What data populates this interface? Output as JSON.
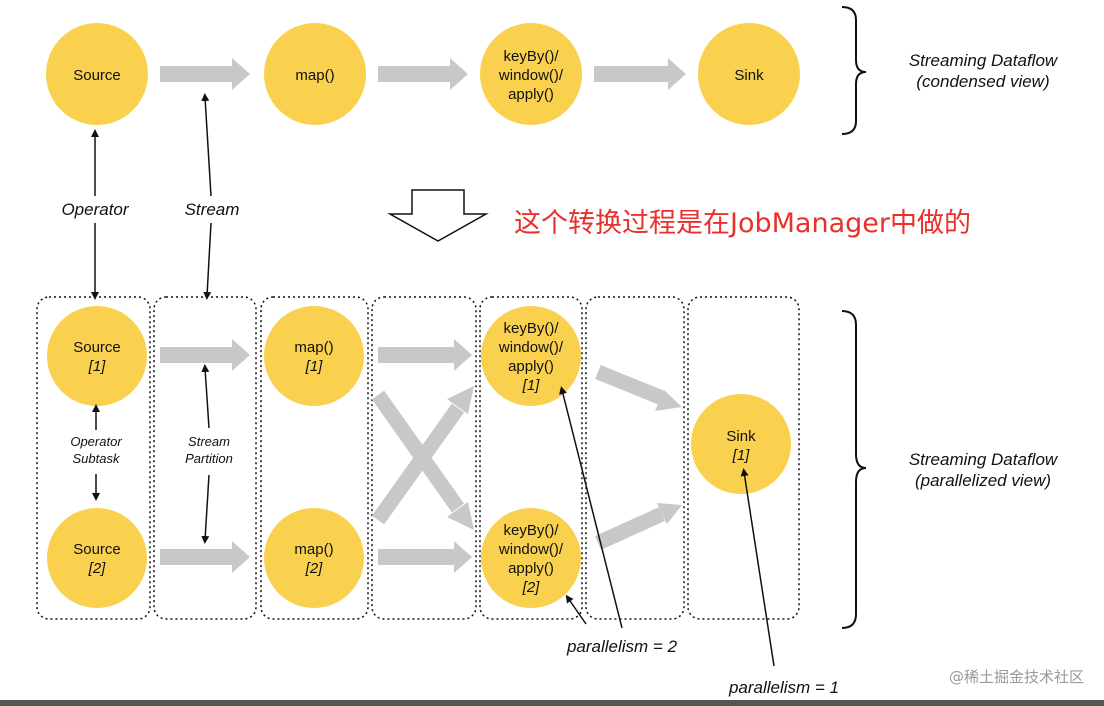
{
  "colors": {
    "node_fill": "#f9d14e",
    "stream_arrow": "#c8c8c8",
    "note_text": "#e8312c"
  },
  "condensed": {
    "nodes": [
      {
        "lines": [
          "Source"
        ]
      },
      {
        "lines": [
          "map()"
        ]
      },
      {
        "lines": [
          "keyBy()/",
          "window()/",
          "apply()"
        ]
      },
      {
        "lines": [
          "Sink"
        ]
      }
    ],
    "side_label": [
      "Streaming Dataflow",
      "(condensed view)"
    ]
  },
  "legend": {
    "operator": "Operator",
    "stream": "Stream",
    "operator_subtask": [
      "Operator",
      "Subtask"
    ],
    "stream_partition": [
      "Stream",
      "Partition"
    ]
  },
  "transform_note": "这个转换过程是在JobManager中做的",
  "parallel": {
    "nodes": [
      {
        "lines": [
          "Source"
        ],
        "index": "[1]"
      },
      {
        "lines": [
          "Source"
        ],
        "index": "[2]"
      },
      {
        "lines": [
          "map()"
        ],
        "index": "[1]"
      },
      {
        "lines": [
          "map()"
        ],
        "index": "[2]"
      },
      {
        "lines": [
          "keyBy()/",
          "window()/",
          "apply()"
        ],
        "index": "[1]"
      },
      {
        "lines": [
          "keyBy()/",
          "window()/",
          "apply()"
        ],
        "index": "[2]"
      },
      {
        "lines": [
          "Sink"
        ],
        "index": "[1]"
      }
    ],
    "side_label": [
      "Streaming Dataflow",
      "(parallelized view)"
    ],
    "parallelism_2": "parallelism = 2",
    "parallelism_1": "parallelism = 1"
  },
  "watermark": "@稀土掘金技术社区"
}
